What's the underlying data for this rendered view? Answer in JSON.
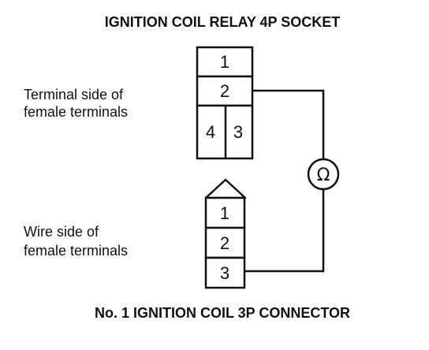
{
  "socket": {
    "title": "IGNITION COIL RELAY 4P SOCKET",
    "side_label_line1": "Terminal side of",
    "side_label_line2": "female terminals",
    "terminals": [
      "1",
      "2",
      "4",
      "3"
    ]
  },
  "connector": {
    "title": "No. 1 IGNITION COIL 3P CONNECTOR",
    "side_label_line1": "Wire side of",
    "side_label_line2": "female terminals",
    "terminals": [
      "1",
      "2",
      "3"
    ]
  },
  "meter": {
    "symbol": "Ω"
  }
}
